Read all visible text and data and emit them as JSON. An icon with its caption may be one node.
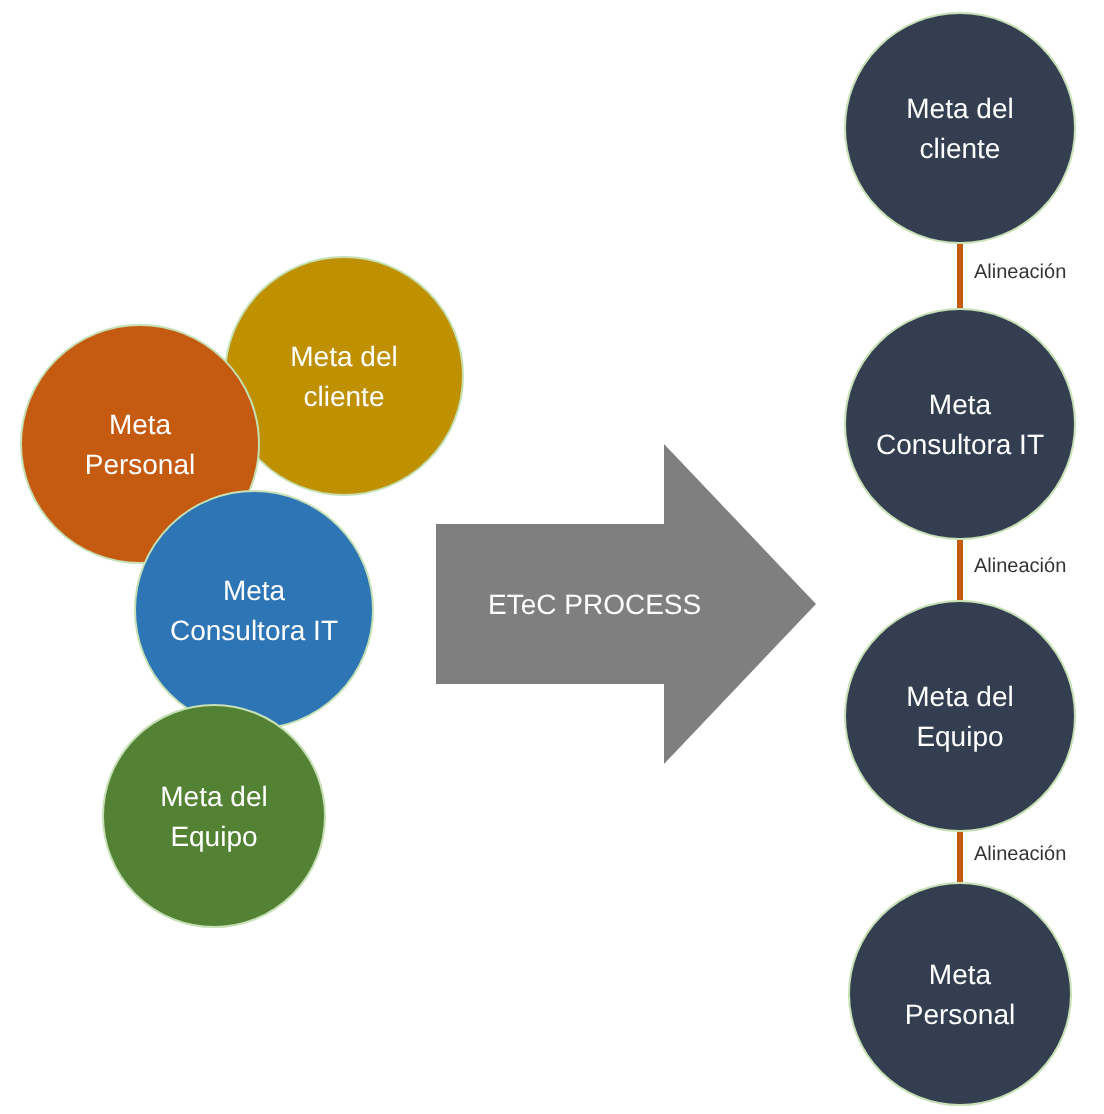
{
  "diagram": {
    "nodes": [
      {
        "text": [
          "Meta del cliente"
        ]
      },
      {
        "text": [
          "Meta Personal"
        ]
      },
      {
        "text": [
          "Meta Consultora IT"
        ]
      },
      {
        "text": [
          "Meta del Equipo"
        ]
      },
      {
        "text": [
          "ETeC PROCESS"
        ]
      },
      {
        "text": [
          "Meta del cliente"
        ]
      },
      {
        "text": [
          "Meta Consultora IT"
        ]
      },
      {
        "text": [
          "Meta del Equipo"
        ]
      },
      {
        "text": [
          "Meta Personal"
        ]
      }
    ],
    "edges": [
      {
        "from": 5,
        "to": 6,
        "arrow": "none",
        "label": "Alineación"
      },
      {
        "from": 6,
        "to": 7,
        "arrow": "none",
        "label": "Alineación"
      },
      {
        "from": 7,
        "to": 8,
        "arrow": "none",
        "label": "Alineación"
      }
    ]
  }
}
